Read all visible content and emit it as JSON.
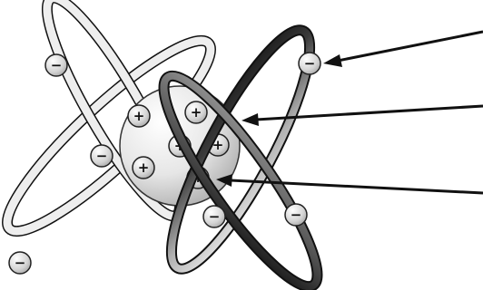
{
  "diagram": {
    "electron_sign": "−",
    "proton_sign": "+",
    "pointer_arrow_count": 3,
    "proton_count": 6,
    "electron_count": 6,
    "colors": {
      "line": "#111111",
      "orbit_light": "#eeeeee",
      "orbit_dark": "#151515",
      "nucleus_light": "#ffffff",
      "nucleus_dark": "#a9a9a9",
      "particle_light": "#ffffff",
      "particle_dark": "#9a9a9a"
    }
  }
}
